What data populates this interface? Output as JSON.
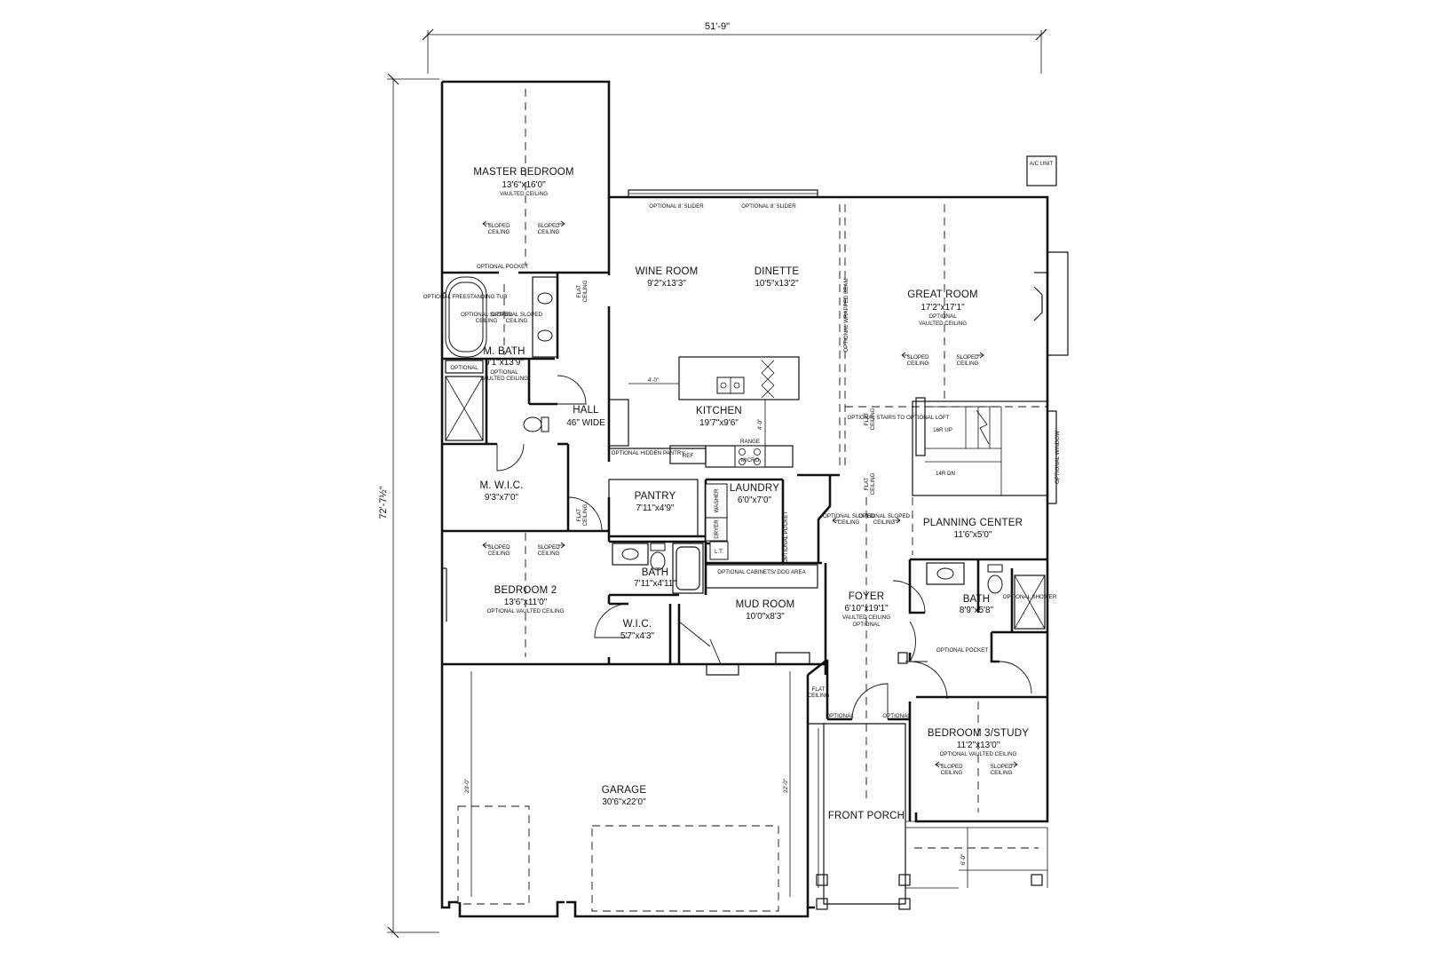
{
  "dimensions": {
    "overall_width": "51'-9\"",
    "overall_depth": "72'-7½\"",
    "garage_left": "20'-0\"",
    "garage_right": "22'-0\"",
    "kitchen_clear": "4'-0\"",
    "kitchen_island": "4'-0\"",
    "porch_depth": "6'-0\""
  },
  "rooms": {
    "master_bedroom": {
      "name": "MASTER BEDROOM",
      "size": "13'6\"x16'0\"",
      "note": "VAULTED CEILING"
    },
    "m_bath": {
      "name": "M. BATH",
      "size": "9'1\"x13'9\"",
      "note1": "OPTIONAL",
      "note2": "VAULTED CEILING"
    },
    "m_wic": {
      "name": "M. W.I.C.",
      "size": "9'3\"x7'0\""
    },
    "hall": {
      "name": "HALL",
      "size": "46\" WIDE"
    },
    "wine_room": {
      "name": "WINE ROOM",
      "size": "9'2\"x13'3\""
    },
    "dinette": {
      "name": "DINETTE",
      "size": "10'5\"x13'2\""
    },
    "great_room": {
      "name": "GREAT ROOM",
      "size": "17'2\"x17'1\"",
      "note1": "OPTIONAL",
      "note2": "VAULTED CEILING"
    },
    "kitchen": {
      "name": "KITCHEN",
      "size": "19'7\"x9'6\""
    },
    "pantry": {
      "name": "PANTRY",
      "size": "7'11\"x4'9\""
    },
    "laundry": {
      "name": "LAUNDRY",
      "size": "6'0\"x7'0\""
    },
    "planning_center": {
      "name": "PLANNING CENTER",
      "size": "11'6\"x5'0\""
    },
    "bedroom2": {
      "name": "BEDROOM 2",
      "size": "13'6\"x11'0\"",
      "note": "OPTIONAL VAULTED CEILING"
    },
    "bath1": {
      "name": "BATH",
      "size": "7'11\"x4'11\""
    },
    "wic": {
      "name": "W.I.C.",
      "size": "5'7\"x4'3\""
    },
    "mud_room": {
      "name": "MUD ROOM",
      "size": "10'0\"x8'3\""
    },
    "foyer": {
      "name": "FOYER",
      "size": "6'10\"x19'1\"",
      "note1": "VAULTED CEILING",
      "note2": "OPTIONAL"
    },
    "bath2": {
      "name": "BATH",
      "size": "8'9\"x5'8\""
    },
    "bedroom3": {
      "name": "BEDROOM 3/STUDY",
      "size": "11'2\"x13'0\"",
      "note": "OPTIONAL VAULTED CEILING"
    },
    "garage": {
      "name": "GARAGE",
      "size": "30'6\"x22'0\""
    },
    "front_porch": {
      "name": "FRONT PORCH"
    }
  },
  "labels": {
    "sloped": "SLOPED",
    "ceiling": "CEILING",
    "optional": "OPTIONAL",
    "flat": "FLAT",
    "optional_sloped": "OPTIONAL SLOPED",
    "optional_pocket": "OPTIONAL POCKET",
    "optional_8_slider": "OPTIONAL 8' SLIDER",
    "optional_wrapped_beam": "OPTIONAL WRAPPED BEAM",
    "optional_window": "OPTIONAL WINDOW",
    "optional_freestanding_tub": "OPTIONAL FREESTANDING TUB",
    "optional_hidden_pantry": "OPTIONAL HIDDEN PANTRY",
    "optional_stairs_to_loft": "OPTIONAL STAIRS TO OPTIONAL LOFT",
    "optional_cabinets": "OPTIONAL CABINETS/ DOG AREA",
    "optional_shower": "OPTIONAL SHOWER",
    "ac_unit": "A/C UNIT",
    "ref": "REF",
    "range": "RANGE",
    "micro": "MICRO",
    "washer": "WASHER",
    "dryer": "DRYER",
    "lt": "L.T.",
    "stairs_up": "16R UP",
    "stairs_dn": "14R DN"
  }
}
